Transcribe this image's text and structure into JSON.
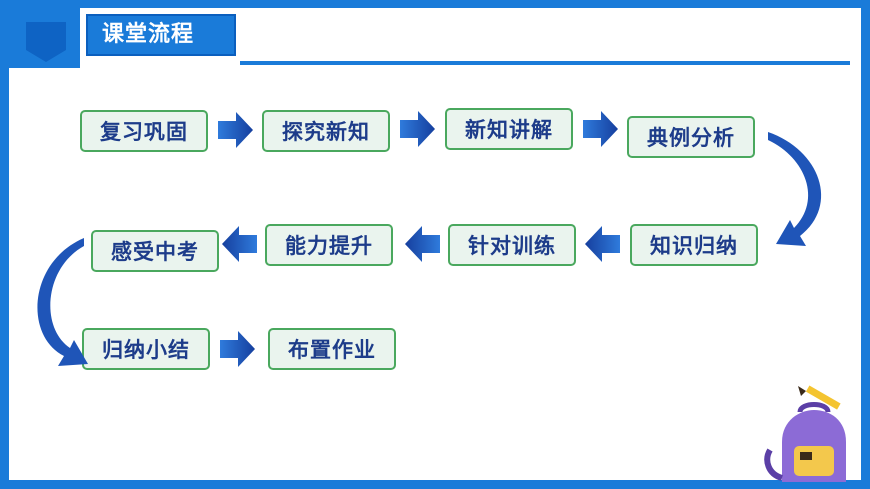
{
  "header": {
    "title": "课堂流程"
  },
  "flow": {
    "steps": [
      "复习巩固",
      "探究新知",
      "新知讲解",
      "典例分析",
      "知识归纳",
      "针对训练",
      "能力提升",
      "感受中考",
      "归纳小结",
      "布置作业"
    ]
  },
  "colors": {
    "frame": "#1a7bd9",
    "arrow": "#1f55b8",
    "box_border": "#4aa85e",
    "box_fill": "#eaf4ee",
    "box_text": "#1d3c8a"
  },
  "icons": [
    "backpack-icon",
    "pencil-icon"
  ]
}
